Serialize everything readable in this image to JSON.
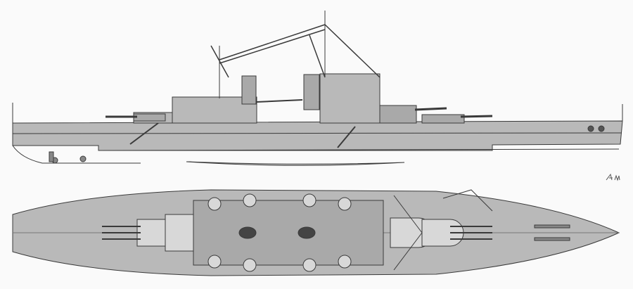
{
  "drawing": {
    "views": [
      "side-profile",
      "plan-view"
    ],
    "colors": {
      "background": "#fafafa",
      "hull_fill": "#b9b9b9",
      "deck_fill": "#a9a9a9",
      "line": "#3a3a3a",
      "turret_light": "#d8d8d8"
    },
    "signature": "A.M."
  }
}
